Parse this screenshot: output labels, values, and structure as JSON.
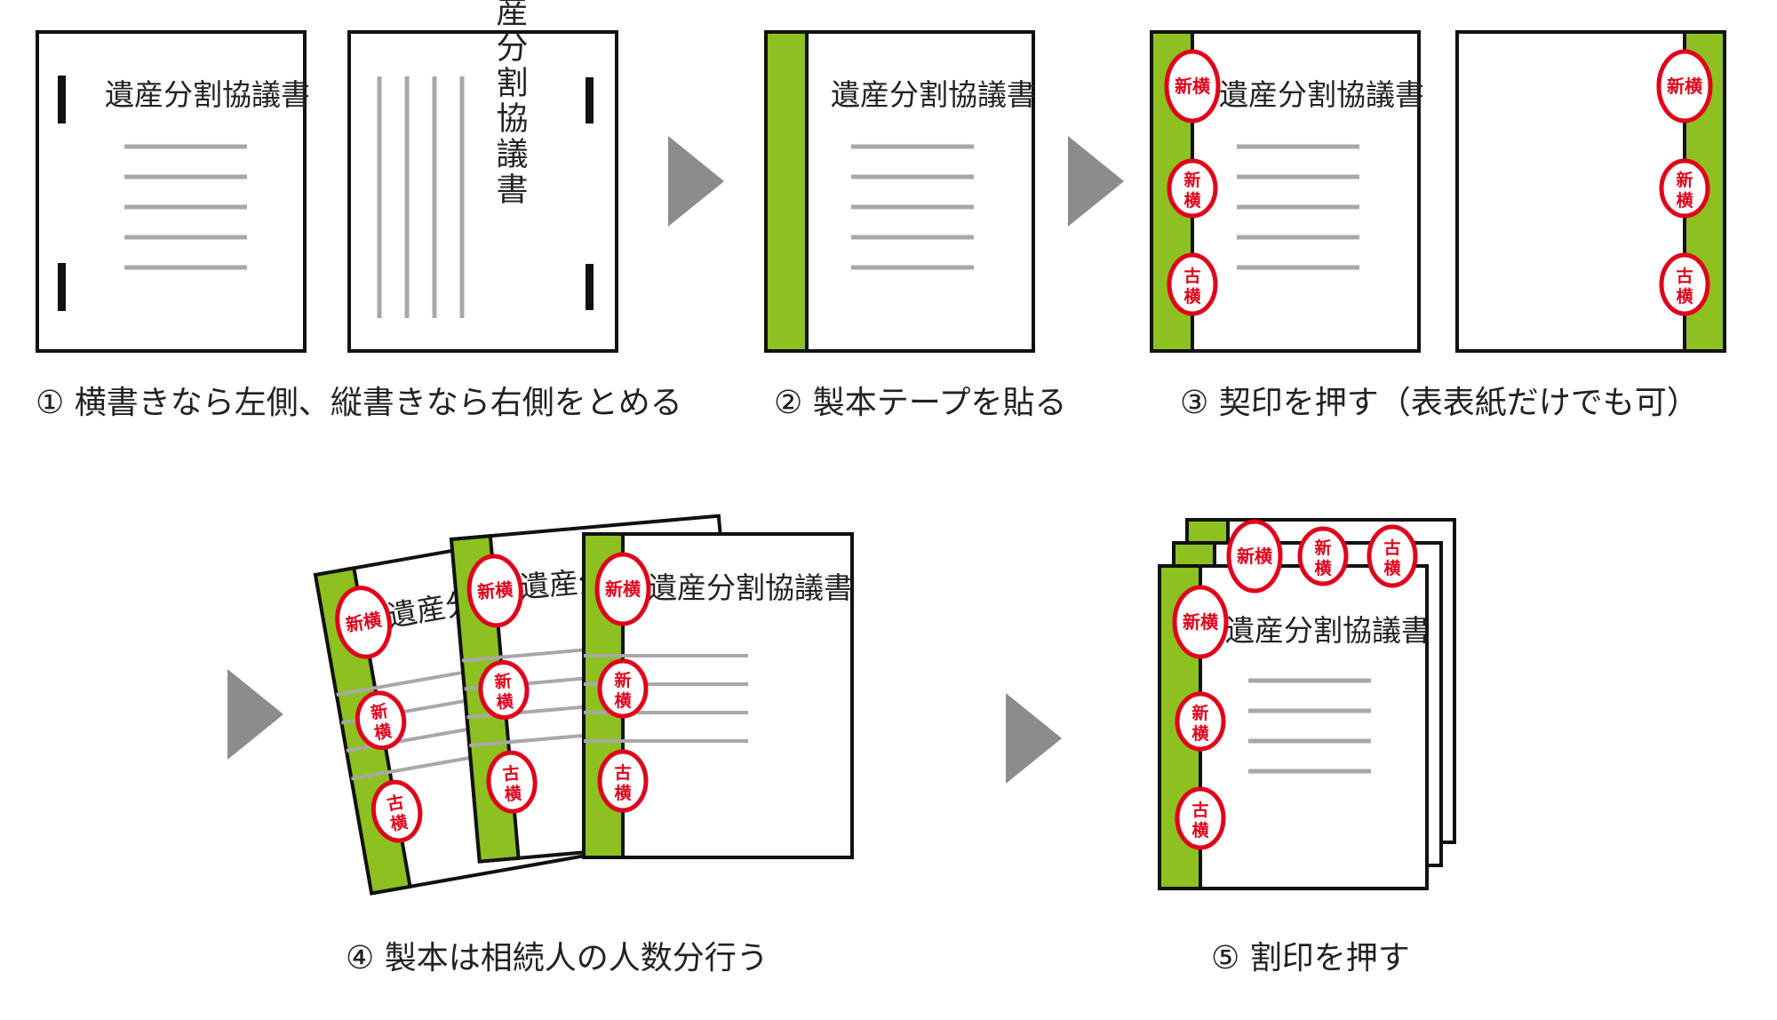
{
  "document_title": "遺産分割協議書",
  "stamps": {
    "shin_yoko": "新横",
    "shin": "新",
    "ko": "古",
    "yoko": "横"
  },
  "captions": {
    "step1": "① 横書きなら左側、縦書きなら右側をとめる",
    "step2": "② 製本テープを貼る",
    "step3": "③ 契印を押す（表表紙だけでも可）",
    "step4": "④ 製本は相続人の人数分行う",
    "step5": "⑤ 割印を押す"
  },
  "colors": {
    "tape": "#8cc11f",
    "stamp": "#e0001b",
    "arrow": "#8c8c8c",
    "line": "#a8a8a8",
    "border": "#111111"
  }
}
